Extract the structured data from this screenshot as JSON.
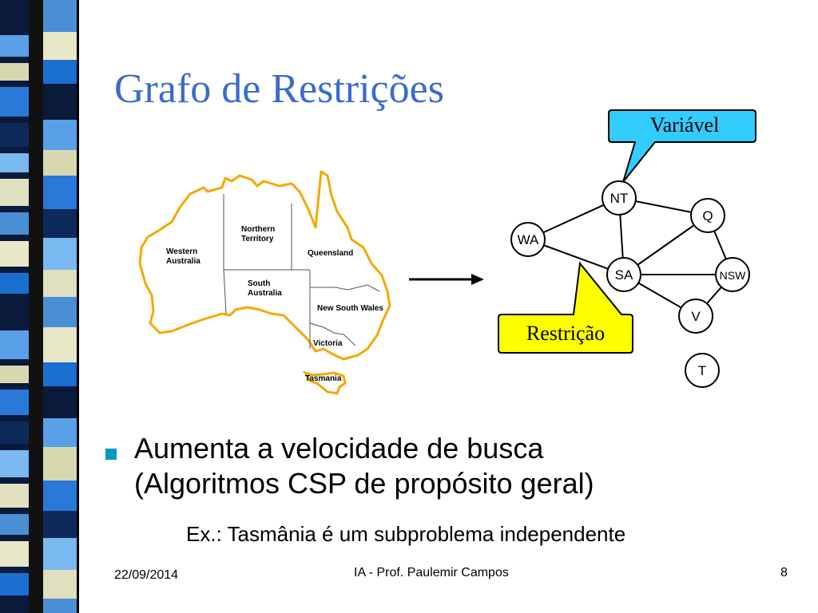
{
  "slide": {
    "title": "Grafo de Restrições",
    "bullet": {
      "line1": "Aumenta a velocidade de busca",
      "line2": "(Algoritmos CSP de propósito geral)"
    },
    "sub_bullet": "Ex.: Tasmânia é um subproblema independente",
    "footer": {
      "date": "22/09/2014",
      "center": "IA - Prof. Paulemir Campos",
      "page_number": "8"
    }
  },
  "map": {
    "regions": [
      {
        "id": "wa",
        "lines": [
          "Western",
          "Australia"
        ]
      },
      {
        "id": "nt",
        "lines": [
          "Northern",
          "Territory"
        ]
      },
      {
        "id": "q",
        "lines": [
          "Queensland"
        ]
      },
      {
        "id": "sa",
        "lines": [
          "South",
          "Australia"
        ]
      },
      {
        "id": "nsw",
        "lines": [
          "New South Wales"
        ]
      },
      {
        "id": "v",
        "lines": [
          "Victoria"
        ]
      },
      {
        "id": "t",
        "lines": [
          "Tasmania"
        ]
      }
    ]
  },
  "graph": {
    "nodes": [
      {
        "id": "NT",
        "label": "NT"
      },
      {
        "id": "Q",
        "label": "Q"
      },
      {
        "id": "WA",
        "label": "WA"
      },
      {
        "id": "SA",
        "label": "SA"
      },
      {
        "id": "NSW",
        "label": "NSW"
      },
      {
        "id": "V",
        "label": "V"
      },
      {
        "id": "T",
        "label": "T"
      }
    ],
    "edges": [
      [
        "WA",
        "NT"
      ],
      [
        "WA",
        "SA"
      ],
      [
        "NT",
        "SA"
      ],
      [
        "NT",
        "Q"
      ],
      [
        "SA",
        "Q"
      ],
      [
        "SA",
        "NSW"
      ],
      [
        "Q",
        "NSW"
      ],
      [
        "SA",
        "V"
      ],
      [
        "NSW",
        "V"
      ]
    ]
  },
  "callouts": {
    "variable": {
      "label": "Variável",
      "color": "#33ccff"
    },
    "constraint": {
      "label": "Restrição",
      "color": "#ffff00"
    }
  },
  "colors": {
    "title": "#3a6ccc",
    "map_outline": "#f5a800",
    "bullet": "#0098c8"
  }
}
